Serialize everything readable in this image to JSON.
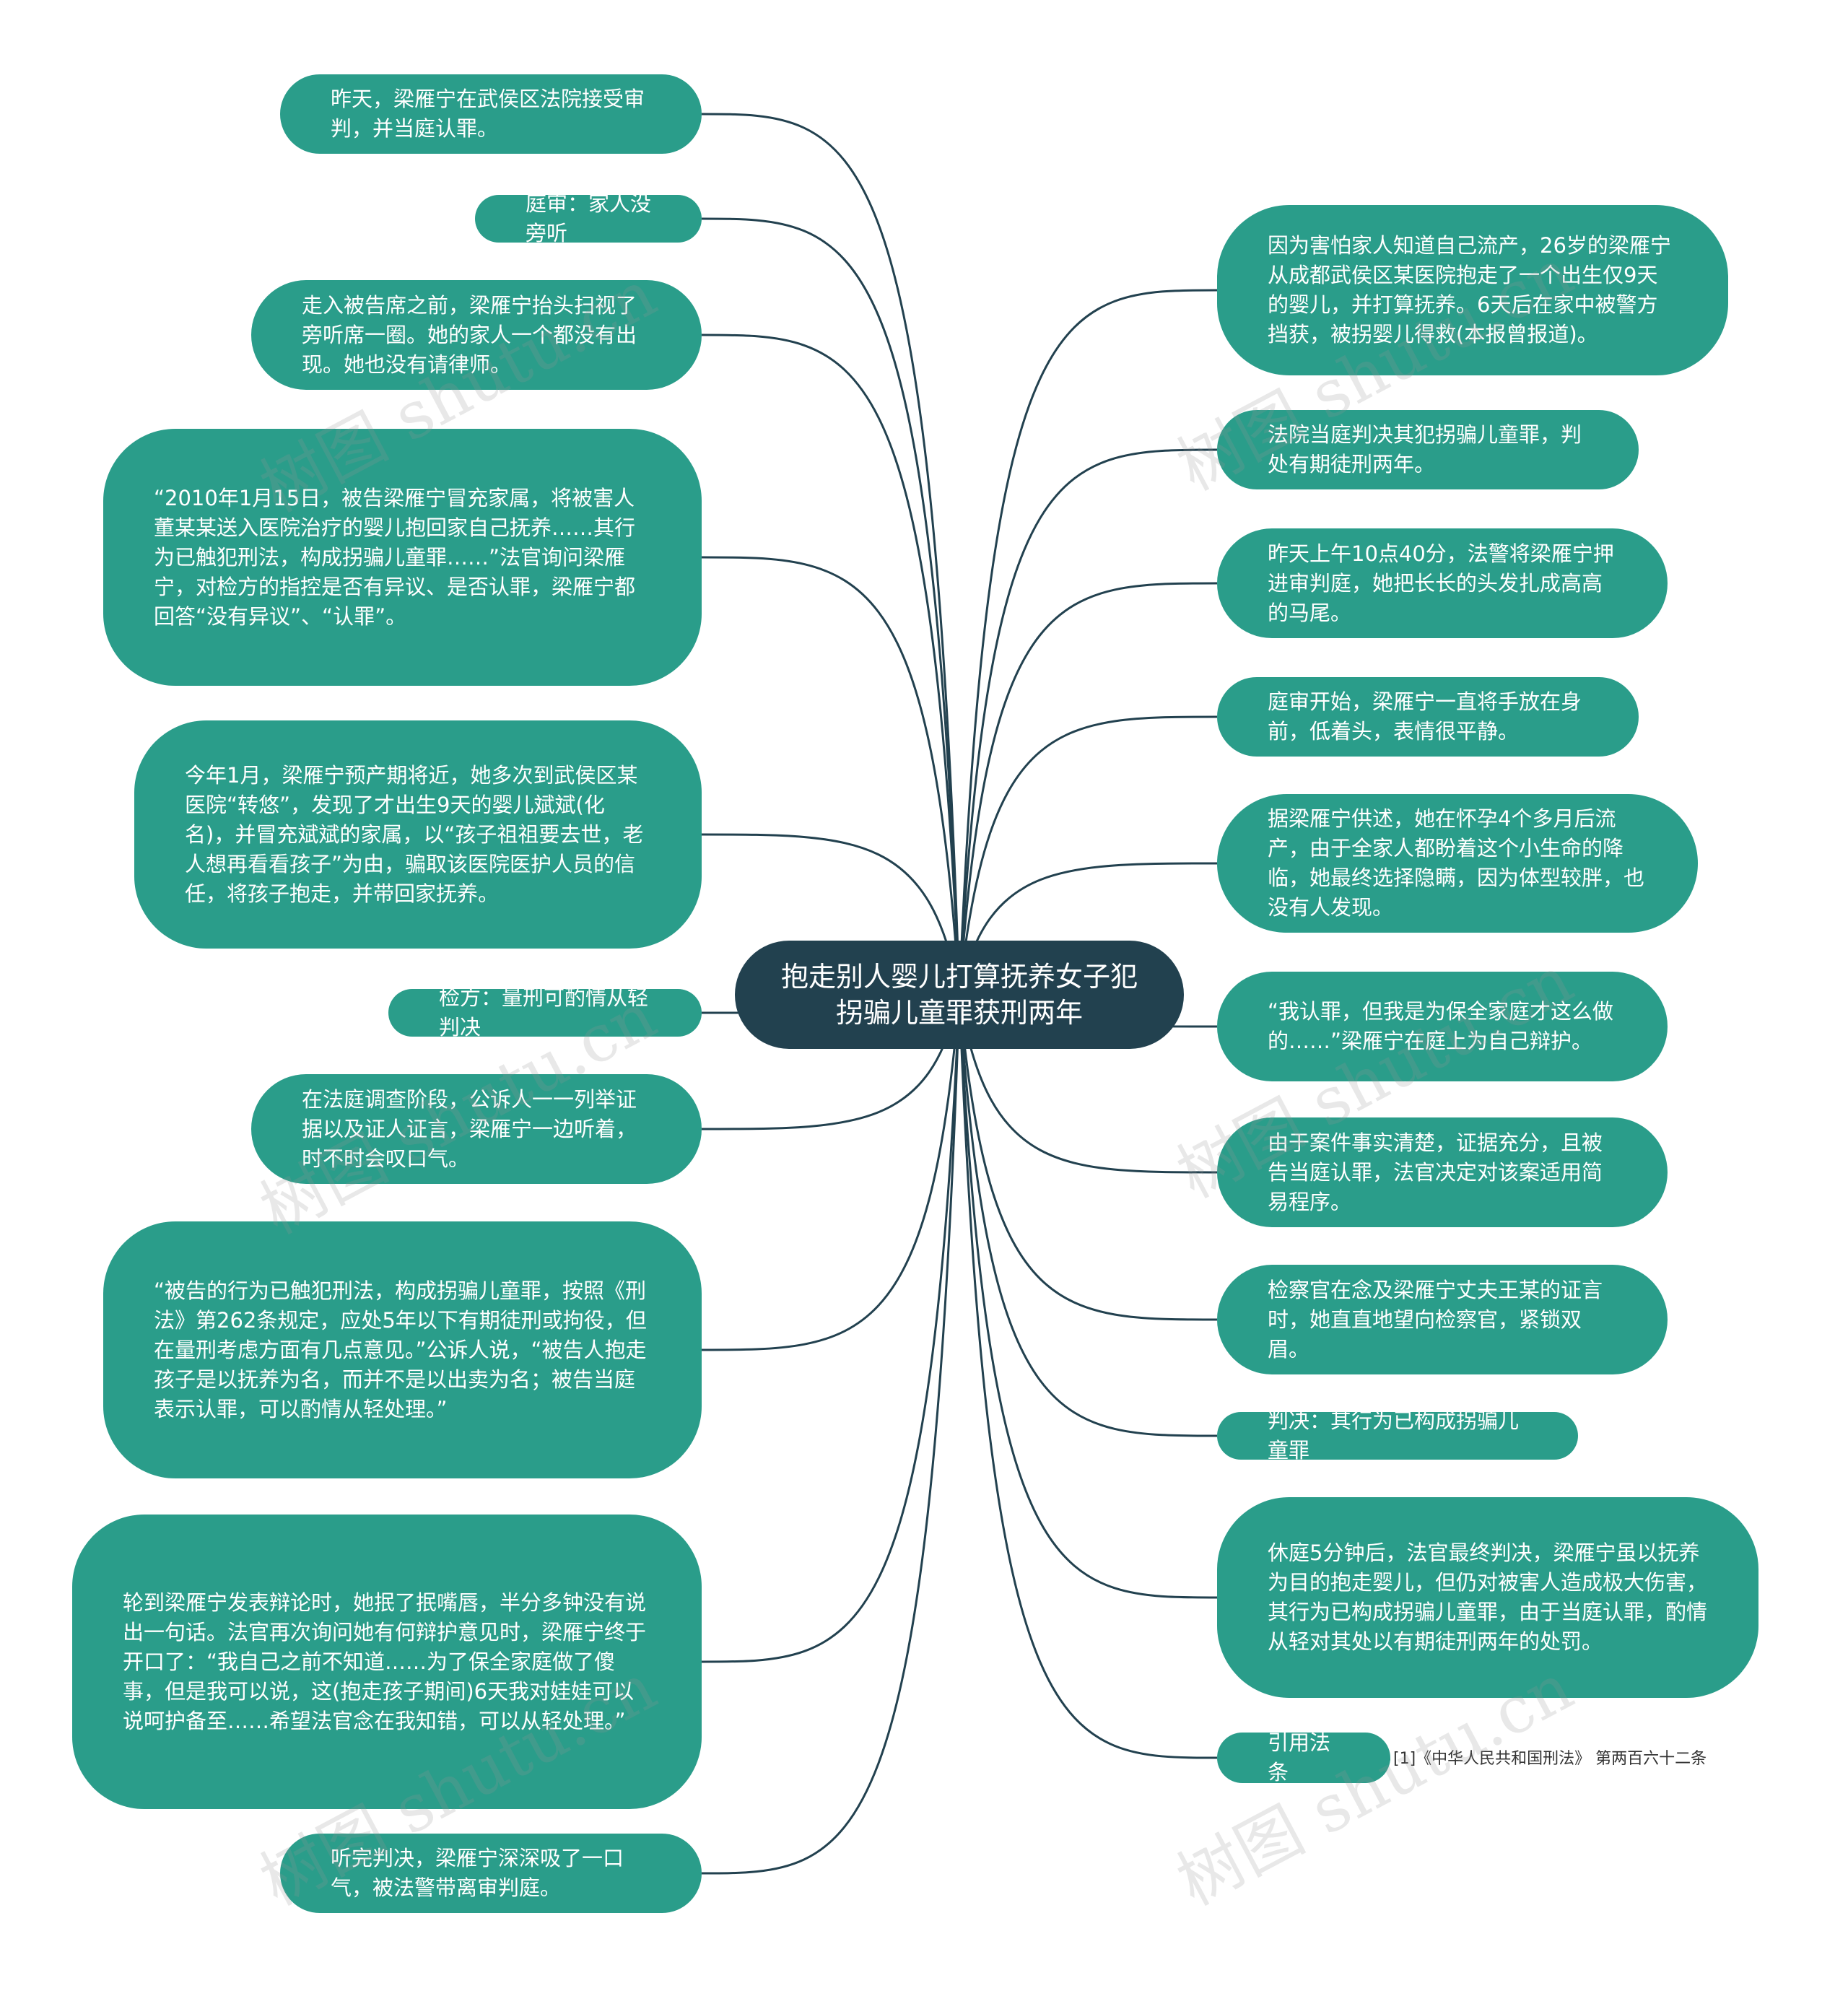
{
  "center": {
    "title": "抱走别人婴儿打算抚养女子犯拐骗儿童罪获刑两年"
  },
  "left_nodes": [
    {
      "id": "l1",
      "text": "昨天，梁雁宁在武侯区法院接受审判，并当庭认罪。"
    },
    {
      "id": "l2",
      "text": "庭审：家人没旁听"
    },
    {
      "id": "l3",
      "text": "走入被告席之前，梁雁宁抬头扫视了旁听席一圈。她的家人一个都没有出现。她也没有请律师。"
    },
    {
      "id": "l4",
      "text": "“2010年1月15日，被告梁雁宁冒充家属，将被害人董某某送入医院治疗的婴儿抱回家自己抚养……其行为已触犯刑法，构成拐骗儿童罪……”法官询问梁雁宁，对检方的指控是否有异议、是否认罪，梁雁宁都回答“没有异议”、“认罪”。"
    },
    {
      "id": "l5",
      "text": "今年1月，梁雁宁预产期将近，她多次到武侯区某医院“转悠”，发现了才出生9天的婴儿斌斌(化名)，并冒充斌斌的家属，以“孩子祖祖要去世，老人想再看看孩子”为由，骗取该医院医护人员的信任，将孩子抱走，并带回家抚养。"
    },
    {
      "id": "l6",
      "text": "检方：量刑可酌情从轻判决"
    },
    {
      "id": "l7",
      "text": "在法庭调查阶段，公诉人一一列举证据以及证人证言，梁雁宁一边听着，时不时会叹口气。"
    },
    {
      "id": "l8",
      "text": "“被告的行为已触犯刑法，构成拐骗儿童罪，按照《刑法》第262条规定，应处5年以下有期徒刑或拘役，但在量刑考虑方面有几点意见。”公诉人说，“被告人抱走孩子是以抚养为名，而并不是以出卖为名；被告当庭表示认罪，可以酌情从轻处理。”"
    },
    {
      "id": "l9",
      "text": "轮到梁雁宁发表辩论时，她抿了抿嘴唇，半分多钟没有说出一句话。法官再次询问她有何辩护意见时，梁雁宁终于开口了：“我自己之前不知道……为了保全家庭做了傻事，但是我可以说，这(抱走孩子期间)6天我对娃娃可以说呵护备至……希望法官念在我知错，可以从轻处理。”"
    },
    {
      "id": "l10",
      "text": "听完判决，梁雁宁深深吸了一口气，被法警带离审判庭。"
    }
  ],
  "right_nodes": [
    {
      "id": "r1",
      "text": "因为害怕家人知道自己流产，26岁的梁雁宁从成都武侯区某医院抱走了一个出生仅9天的婴儿，并打算抚养。6天后在家中被警方挡获，被拐婴儿得救(本报曾报道)。"
    },
    {
      "id": "r2",
      "text": "法院当庭判决其犯拐骗儿童罪，判处有期徒刑两年。"
    },
    {
      "id": "r3",
      "text": "昨天上午10点40分，法警将梁雁宁押进审判庭，她把长长的头发扎成高高的马尾。"
    },
    {
      "id": "r4",
      "text": "庭审开始，梁雁宁一直将手放在身前，低着头，表情很平静。"
    },
    {
      "id": "r5",
      "text": "据梁雁宁供述，她在怀孕4个多月后流产，由于全家人都盼着这个小生命的降临，她最终选择隐瞒，因为体型较胖，也没有人发现。"
    },
    {
      "id": "r6",
      "text": "“我认罪，但我是为保全家庭才这么做的……”梁雁宁在庭上为自己辩护。"
    },
    {
      "id": "r7",
      "text": "由于案件事实清楚，证据充分，且被告当庭认罪，法官决定对该案适用简易程序。"
    },
    {
      "id": "r8",
      "text": "检察官在念及梁雁宁丈夫王某的证言时，她直直地望向检察官，紧锁双眉。"
    },
    {
      "id": "r9",
      "text": "判决：其行为已构成拐骗儿童罪"
    },
    {
      "id": "r10",
      "text": "休庭5分钟后，法官最终判决，梁雁宁虽以抚养为目的抱走婴儿，但仍对被害人造成极大伤害，其行为已构成拐骗儿童罪，由于当庭认罪，酌情从轻对其处以有期徒刑两年的处罚。"
    },
    {
      "id": "r11",
      "text": "引用法条"
    }
  ],
  "reference": {
    "text": "[1]《中华人民共和国刑法》 第两百六十二条"
  },
  "watermark": {
    "text": "树图 shutu.cn"
  },
  "colors": {
    "node": "#2a9d8a",
    "center": "#22414f",
    "line": "#22414f"
  }
}
